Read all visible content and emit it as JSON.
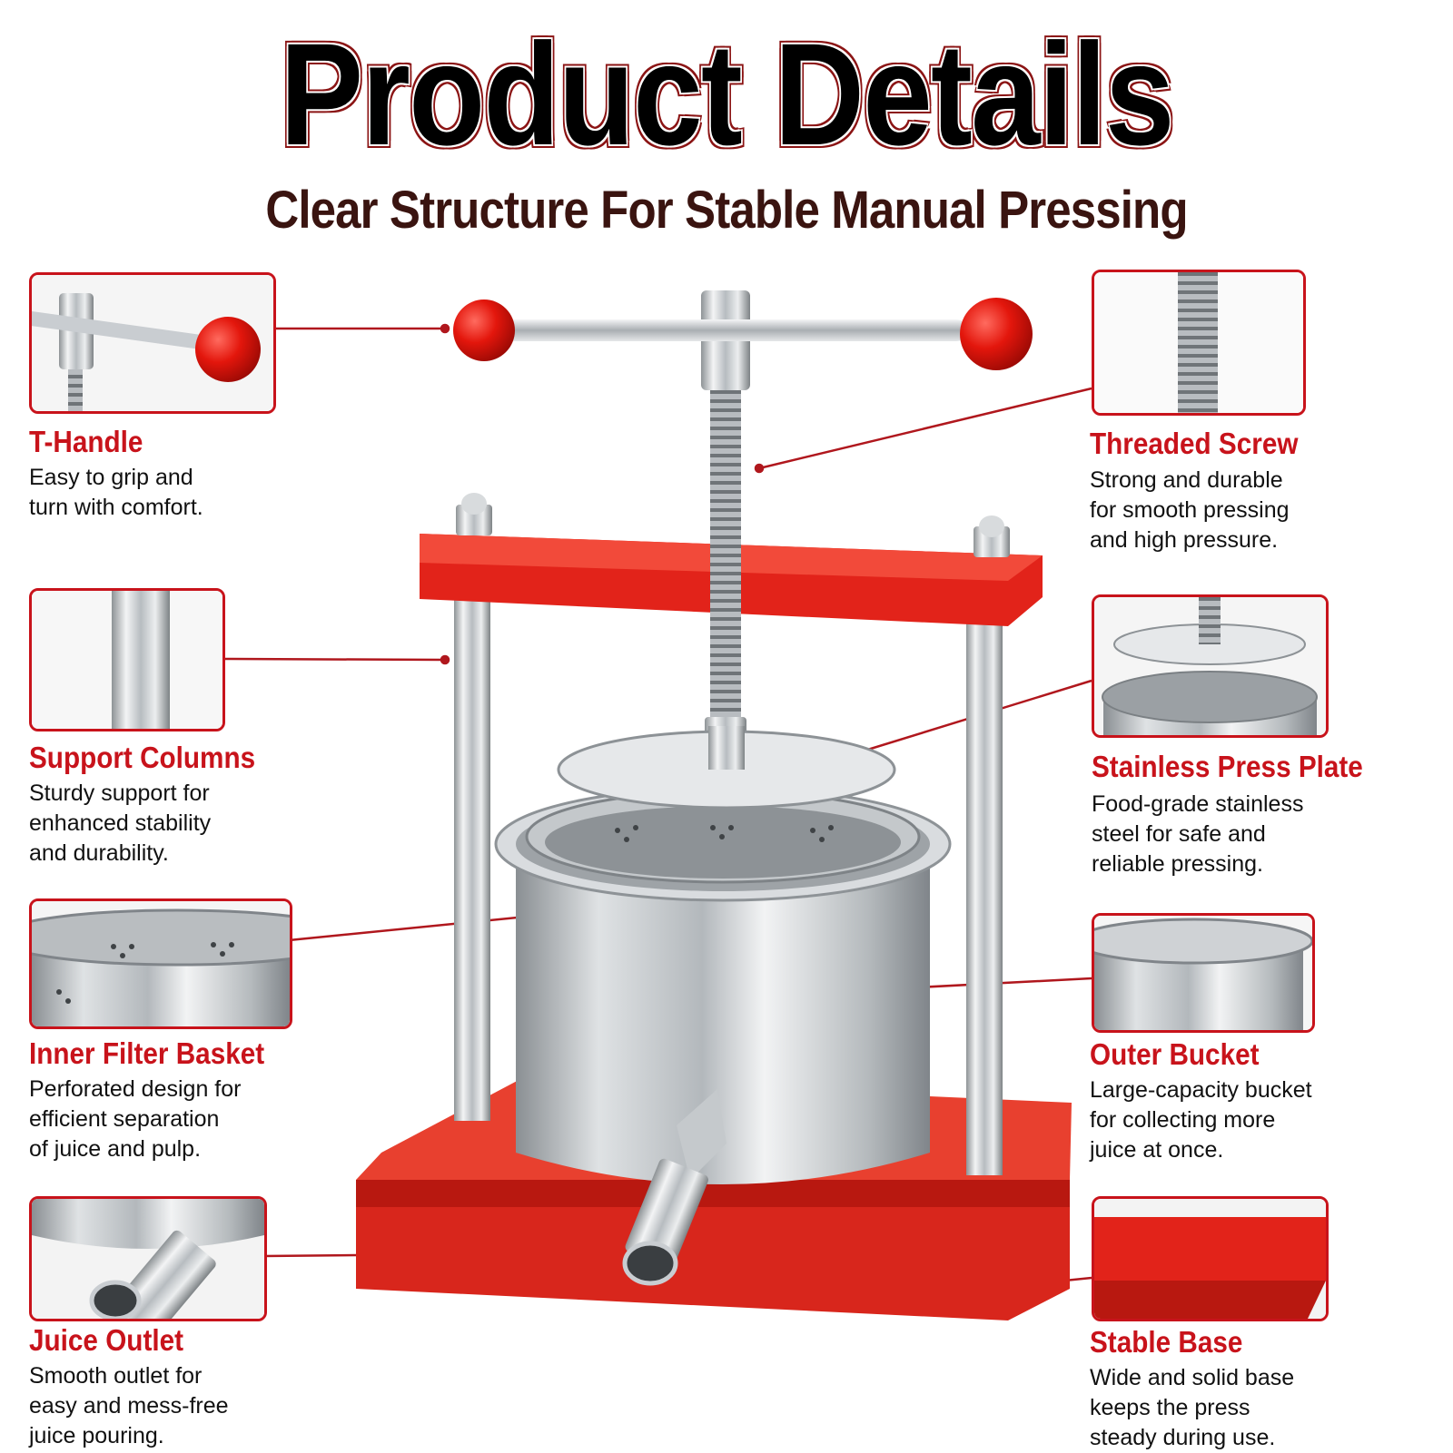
{
  "header": {
    "title": "Product Details",
    "subtitle": "Clear Structure For Stable Manual Pressing"
  },
  "colors": {
    "accent": "#c8131b",
    "steel": "#c9cdd1",
    "frame": "#e2231a"
  },
  "features": {
    "t_handle": {
      "title": "T-Handle",
      "desc": "Easy to grip and\nturn with comfort."
    },
    "threaded_screw": {
      "title": "Threaded Screw",
      "desc": "Strong and durable\nfor smooth pressing\nand high pressure."
    },
    "support_columns": {
      "title": "Support Columns",
      "desc": "Sturdy support for\nenhanced stability\nand durability."
    },
    "press_plate": {
      "title": "Stainless Press Plate",
      "desc": "Food-grade stainless\nsteel for safe and\nreliable pressing."
    },
    "filter_basket": {
      "title": "Inner Filter Basket",
      "desc": "Perforated design for\nefficient separation\nof juice and pulp."
    },
    "outer_bucket": {
      "title": "Outer Bucket",
      "desc": "Large-capacity bucket\nfor collecting more\njuice at once."
    },
    "juice_outlet": {
      "title": "Juice Outlet",
      "desc": "Smooth outlet for\neasy and mess-free\njuice pouring."
    },
    "stable_base": {
      "title": "Stable Base",
      "desc": "Wide and solid base\nkeeps the press\nsteady during use."
    }
  }
}
